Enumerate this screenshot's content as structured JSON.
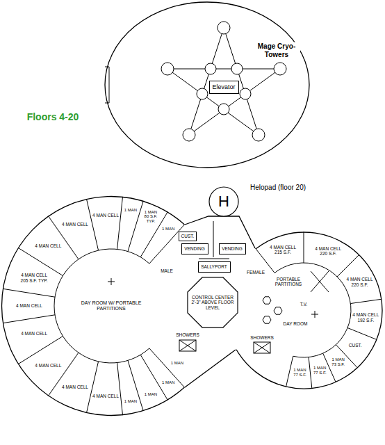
{
  "diagram": {
    "nodes": [
      {
        "text": [
          "Mage Cryo-Towers"
        ]
      },
      {
        "text": [
          "Elevator"
        ],
        "in": 0
      },
      {
        "text": [
          "Helopad (floor 20)",
          "H"
        ]
      },
      {
        "text": [
          "DAY ROOM W/ PORTABLE PARTITIONS"
        ]
      },
      {
        "text": [
          "4 MAN CELL"
        ],
        "in": 3
      },
      {
        "text": [
          "4 MAN CELL"
        ],
        "in": 3
      },
      {
        "text": [
          "4 MAN CELL"
        ],
        "in": 3
      },
      {
        "text": [
          "4 MAN CELL 205 S.F. TYP."
        ],
        "in": 3
      },
      {
        "text": [
          "4 MAN CELL"
        ],
        "in": 3
      },
      {
        "text": [
          "4 MAN CELL"
        ],
        "in": 3
      },
      {
        "text": [
          "4 MAN CELL"
        ],
        "in": 3
      },
      {
        "text": [
          "4 MAN CELL"
        ],
        "in": 3
      },
      {
        "text": [
          "4 MAN CELL"
        ],
        "in": 3
      },
      {
        "text": [
          "1 MAN"
        ],
        "in": 3
      },
      {
        "text": [
          "1 MAN"
        ],
        "in": 3
      },
      {
        "text": [
          "1 MAN"
        ],
        "in": 3
      },
      {
        "text": [
          "1 MAN"
        ],
        "in": 3
      },
      {
        "text": [
          "1 MAN"
        ],
        "in": 3
      },
      {
        "text": [
          "1 MAN 80 S.F. TYP."
        ],
        "in": 3
      },
      {
        "text": [
          "1 MAN"
        ],
        "in": 3
      },
      {
        "text": [
          "CUST."
        ]
      },
      {
        "text": [
          "VENDING"
        ]
      },
      {
        "text": [
          "VENDING"
        ]
      },
      {
        "text": [
          "SALLYPORT"
        ]
      },
      {
        "text": [
          "CONTROL CENTER 2'-3\" ABOVE FLOOR LEVEL"
        ]
      },
      {
        "text": [
          "SHOWERS"
        ]
      },
      {
        "text": [
          "PORTABLE PARTITIONS",
          "T.V.",
          "DAY ROOM"
        ]
      },
      {
        "text": [
          "4 MAN CELL 215 S.F."
        ],
        "in": 26
      },
      {
        "text": [
          "4 MAN CELL 220 S.F."
        ],
        "in": 26
      },
      {
        "text": [
          "4 MAN CELL 220 S.F."
        ],
        "in": 26
      },
      {
        "text": [
          "4 MAN CELL 192 S.F."
        ],
        "in": 26
      },
      {
        "text": [
          "CUST."
        ],
        "in": 26
      },
      {
        "text": [
          "1 MAN 73 S.F."
        ],
        "in": 26
      },
      {
        "text": [
          "1 MAN 77 S.F."
        ],
        "in": 26
      },
      {
        "text": [
          "1 MAN 77 S.F."
        ],
        "in": 26
      },
      {
        "text": [
          "SHOWERS"
        ],
        "in": 26
      }
    ],
    "labels": [
      "Floors 4-20",
      "MALE",
      "FEMALE"
    ]
  }
}
